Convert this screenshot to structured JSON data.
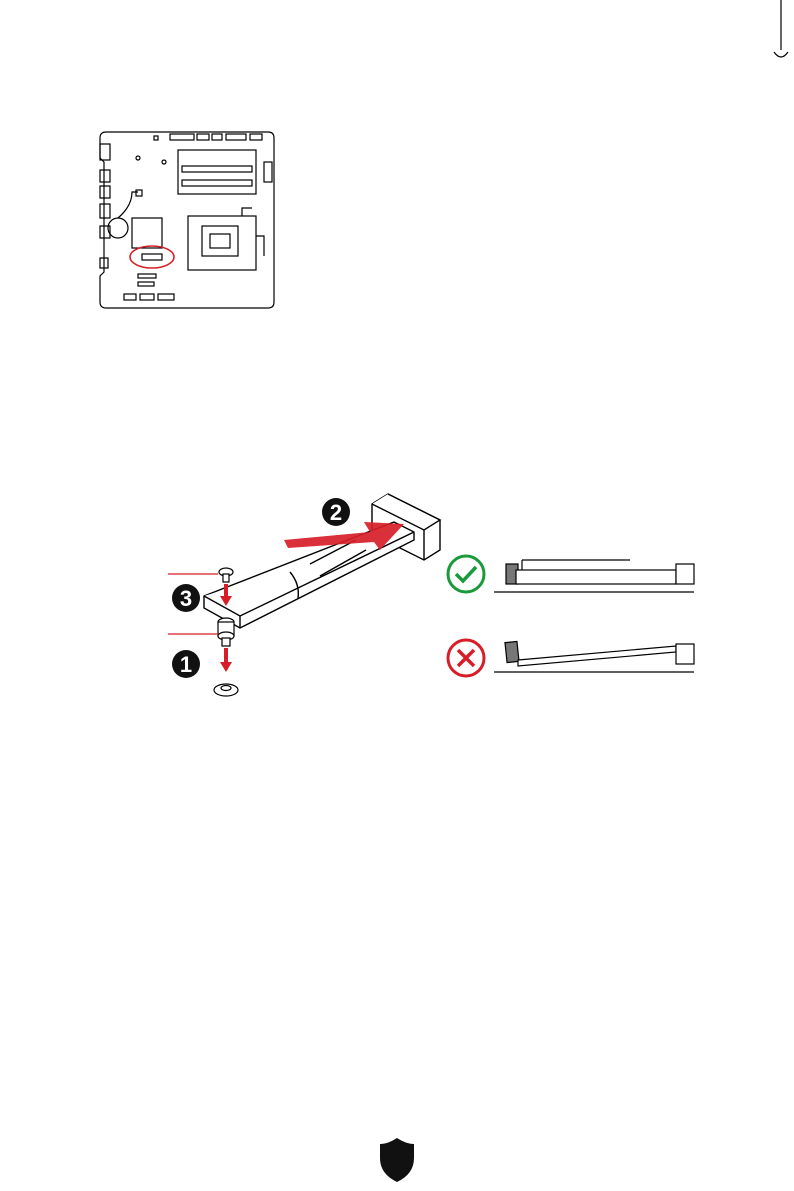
{
  "page": {
    "background": "#ffffff"
  },
  "diagram": {
    "highlight_color": "#d71e28",
    "ok_color": "#1a9a3b",
    "bad_color": "#d71e28",
    "steps": [
      {
        "number": "1",
        "meaning": "standoff"
      },
      {
        "number": "2",
        "meaning": "insert"
      },
      {
        "number": "3",
        "meaning": "screw"
      }
    ]
  },
  "icons": {
    "correct": "check-icon",
    "incorrect": "cross-icon",
    "footer": "shield-logo-icon"
  }
}
